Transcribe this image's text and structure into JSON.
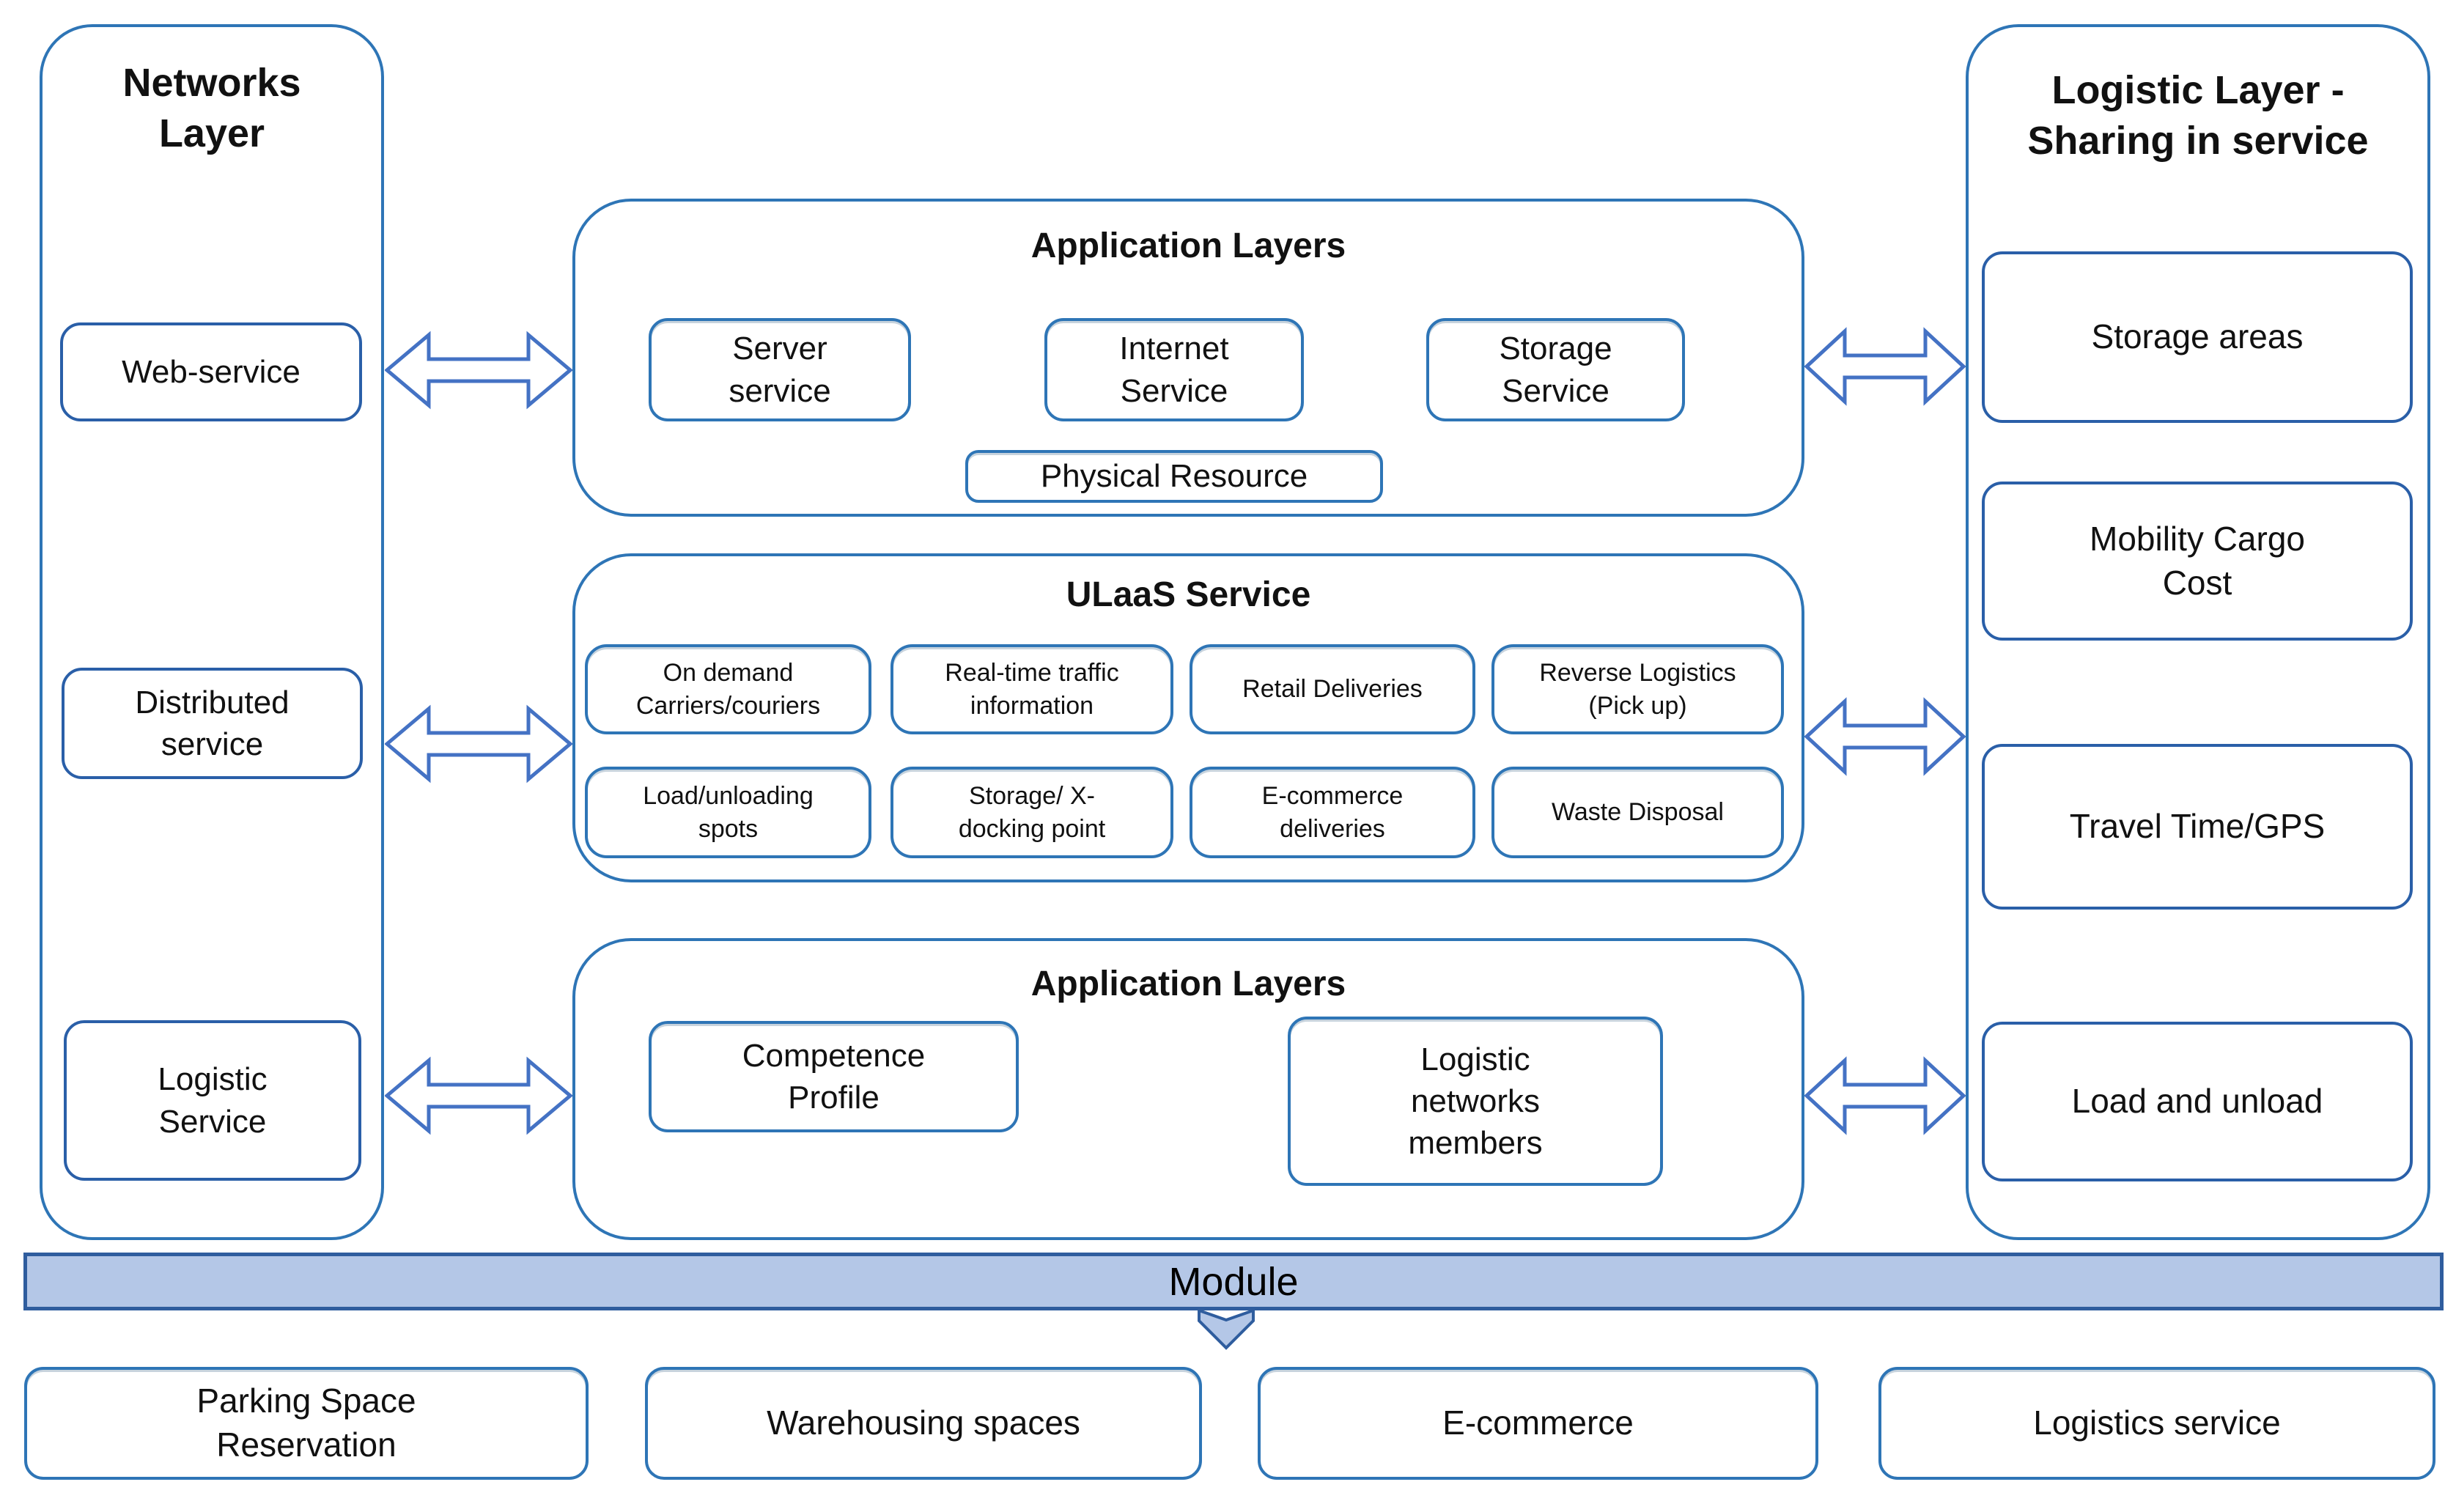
{
  "colors": {
    "container_border": "#2e75b6",
    "inner_box_border": "#2a5fa8",
    "arrow_outline": "#4472c4",
    "module_fill": "#b4c7e7",
    "module_border": "#2f5d9e",
    "text": "#111111"
  },
  "left_column": {
    "title": "Networks\nLayer",
    "items": [
      "Web-service",
      "Distributed\nservice",
      "Logistic\nService"
    ]
  },
  "middle": {
    "top_layer": {
      "title": "Application Layers",
      "boxes": [
        "Server\nservice",
        "Internet\nService",
        "Storage\nService"
      ],
      "resource": "Physical Resource"
    },
    "ulaas": {
      "title": "ULaaS Service",
      "services": [
        "On demand\nCarriers/couriers",
        "Real-time traffic\ninformation",
        "Retail Deliveries",
        "Reverse Logistics\n(Pick up)",
        "Load/unloading\nspots",
        "Storage/ X-\ndocking point",
        "E-commerce\ndeliveries",
        "Waste Disposal"
      ]
    },
    "bottom_layer": {
      "title": "Application Layers",
      "boxes": [
        "Competence\nProfile",
        "Logistic\nnetworks\nmembers"
      ]
    }
  },
  "right_column": {
    "title": "Logistic Layer -\nSharing in service",
    "items": [
      "Storage areas",
      "Mobility Cargo\nCost",
      "Travel Time/GPS",
      "Load and unload"
    ]
  },
  "module_bar": {
    "label": "Module"
  },
  "bottom_row": [
    "Parking Space\nReservation",
    "Warehousing spaces",
    "E-commerce",
    "Logistics service"
  ]
}
